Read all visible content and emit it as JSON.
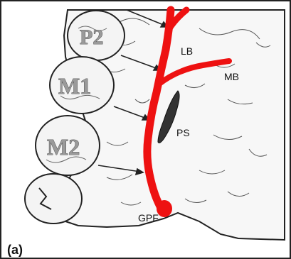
{
  "figure": {
    "panel_label": "(a)",
    "teeth": [
      {
        "label": "P2"
      },
      {
        "label": "M1"
      },
      {
        "label": "M2"
      }
    ],
    "structures": {
      "lb": "LB",
      "mb": "MB",
      "ps": "PS",
      "gpf": "GPF"
    },
    "colors": {
      "artery": "#ee1111",
      "outline": "#222222",
      "bone": "#f7f7f7"
    }
  }
}
